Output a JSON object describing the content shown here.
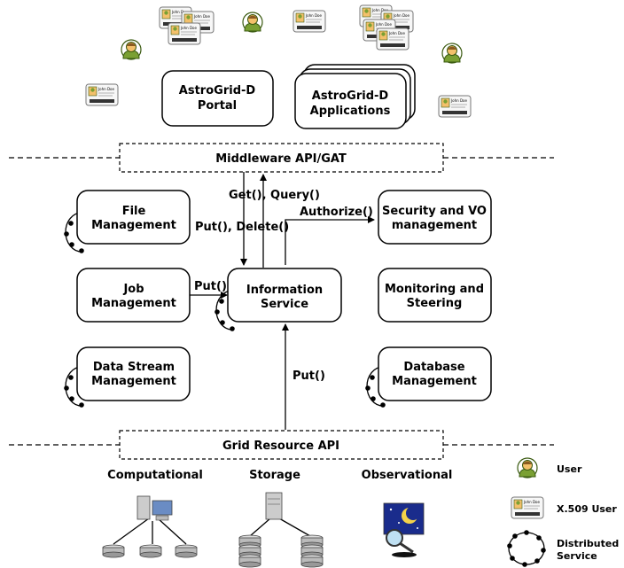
{
  "boxes": {
    "portal": [
      "AstroGrid-D",
      "Portal"
    ],
    "applications": [
      "AstroGrid-D",
      "Applications"
    ],
    "middleware": "Middleware API/GAT",
    "file_mgmt": [
      "File",
      "Management"
    ],
    "job_mgmt": [
      "Job",
      "Management"
    ],
    "datastream_mgmt": [
      "Data Stream",
      "Management"
    ],
    "info_service": [
      "Information",
      "Service"
    ],
    "security": [
      "Security and VO",
      "management"
    ],
    "monitoring": [
      "Monitoring and",
      "Steering"
    ],
    "database": [
      "Database",
      "Management"
    ],
    "grid_api": "Grid Resource API"
  },
  "arrows": {
    "get_query": "Get(), Query()",
    "put_delete": "Put(), Delete()",
    "authorize": "Authorize()",
    "put_job": "Put()",
    "put_grid": "Put()"
  },
  "resources": {
    "computational": "Computational",
    "storage": "Storage",
    "observational": "Observational"
  },
  "legend": {
    "user": "User",
    "x509": "X.509 User",
    "distributed": [
      "Distributed",
      "Service"
    ]
  },
  "card_text": "John Doe",
  "colors": {
    "user_face": "#f3c06b",
    "user_body": "#7aa033",
    "user_outline": "#3a5a10",
    "sky": "#1a2c8c",
    "moon": "#f4d24a"
  }
}
